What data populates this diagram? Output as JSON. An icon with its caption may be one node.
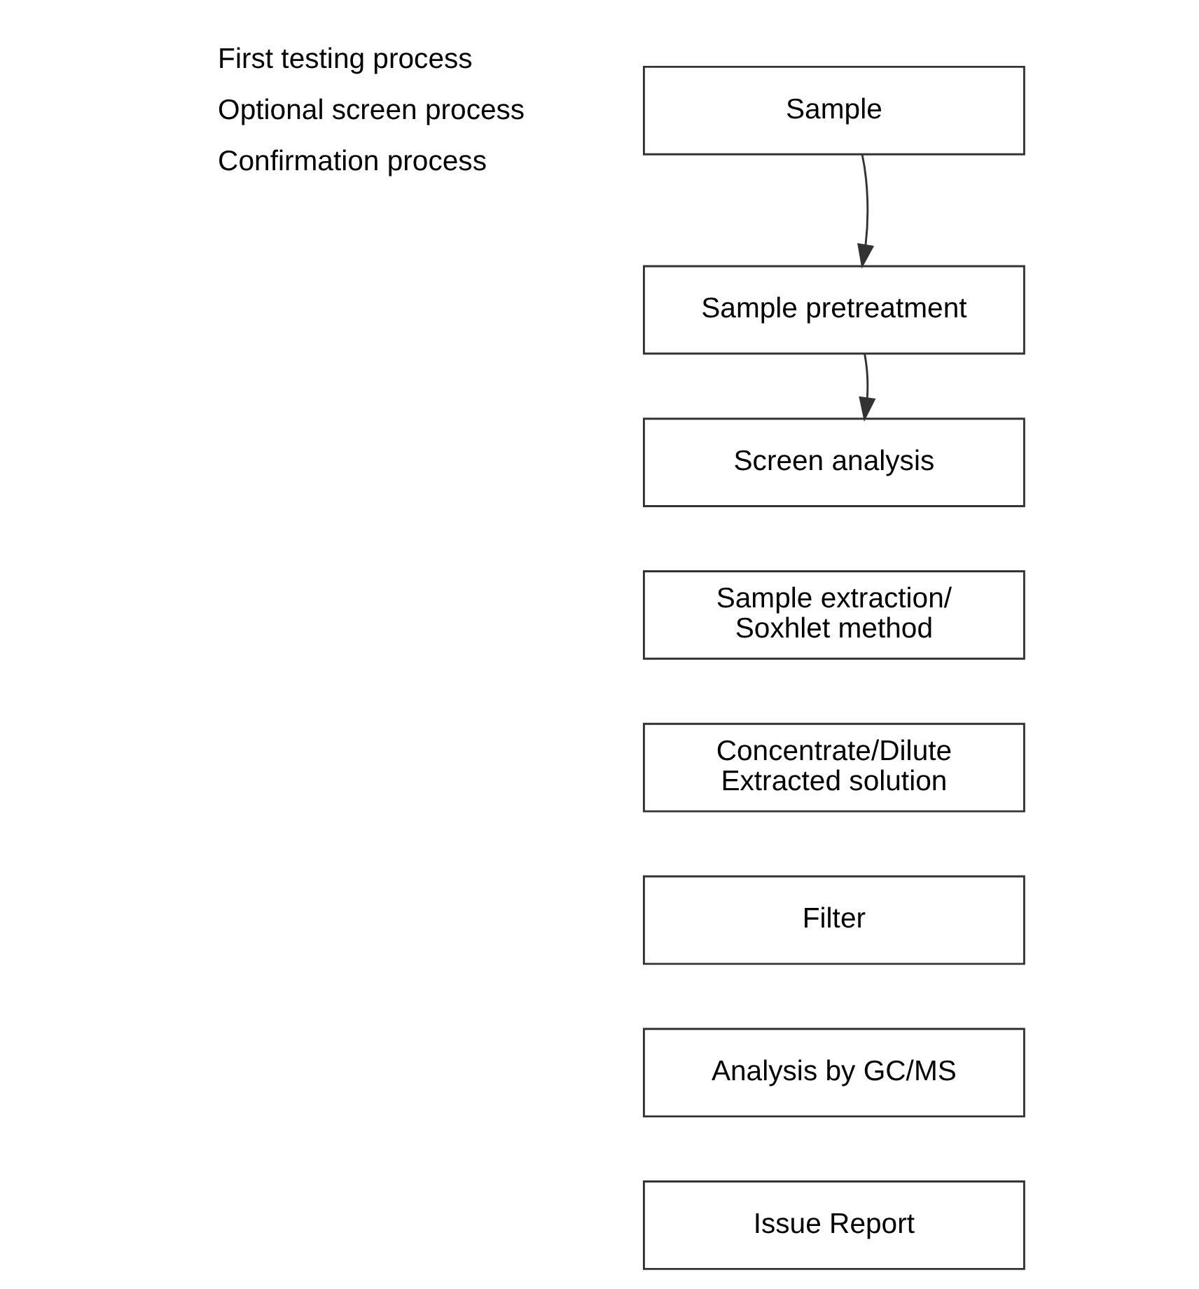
{
  "diagram": {
    "nodes": [
      {
        "text": [
          "Sample"
        ]
      },
      {
        "text": [
          "Sample pretreatment"
        ]
      },
      {
        "text": [
          "Screen analysis"
        ]
      },
      {
        "text": [
          "Sample extraction/ Soxhlet method"
        ]
      },
      {
        "text": [
          "Concentrate/Dilute Extracted solution"
        ]
      },
      {
        "text": [
          "Filter"
        ]
      },
      {
        "text": [
          "Analysis by GC/MS"
        ]
      },
      {
        "text": [
          "Issue Report"
        ]
      }
    ],
    "edges": [
      {
        "from": 0,
        "to": 1,
        "arrow": "to"
      },
      {
        "from": 1,
        "to": 2,
        "arrow": "to"
      }
    ],
    "legend": [
      {
        "text": "First testing process"
      },
      {
        "text": "Optional screen process"
      },
      {
        "text": "Confirmation process"
      }
    ]
  }
}
